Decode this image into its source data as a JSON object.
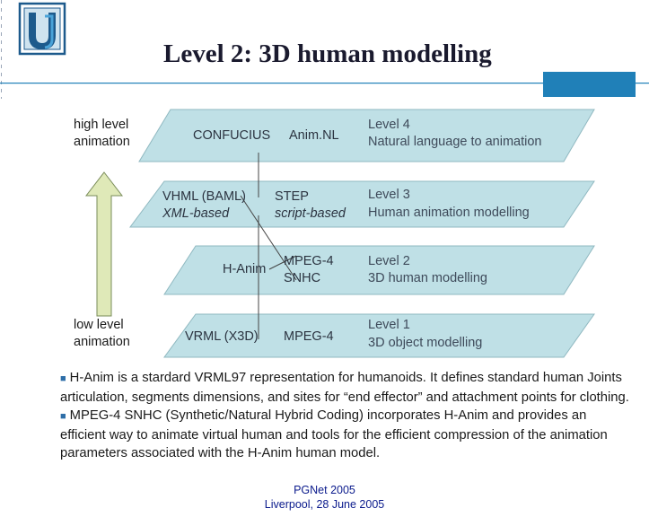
{
  "slide": {
    "title": "Level 2: 3D human modelling"
  },
  "diagram": {
    "high_label": "high level\nanimation",
    "low_label": "low level\nanimation",
    "levels": [
      {
        "id": "l4",
        "items": [
          "CONFUCIUS",
          "Anim.NL"
        ],
        "level_title": "Level 4",
        "level_desc": "Natural language to animation"
      },
      {
        "id": "l3",
        "items": [
          "VHML (BAML)",
          "STEP"
        ],
        "items_sub": [
          "XML-based",
          "script-based"
        ],
        "level_title": "Level 3",
        "level_desc": "Human animation modelling"
      },
      {
        "id": "l2",
        "items": [
          "H-Anim",
          "MPEG-4"
        ],
        "items_sub": [
          "",
          "SNHC"
        ],
        "level_title": "Level 2",
        "level_desc": "3D human modelling"
      },
      {
        "id": "l1",
        "items": [
          "VRML (X3D)",
          "MPEG-4"
        ],
        "level_title": "Level 1",
        "level_desc": "3D object modelling"
      }
    ],
    "colors": {
      "plane_fill": "#bfe0e6",
      "plane_stroke": "#8fb8c0",
      "arrow_fill": "#dfe9b8",
      "arrow_stroke": "#7a8c5a",
      "accent": "#2080b8"
    }
  },
  "bullets": [
    "H-Anim is a stardard VRML97 representation for humanoids. It defines standard human Joints articulation, segments dimensions, and sites for “end effector” and attachment points for clothing.",
    "MPEG-4 SNHC (Synthetic/Natural Hybrid Coding) incorporates H-Anim and provides an efficient way to animate virtual human and tools for the efficient compression of the animation parameters associated with the H-Anim human model."
  ],
  "footer": {
    "line1": "PGNet 2005",
    "line2": "Liverpool, 28 June 2005"
  }
}
